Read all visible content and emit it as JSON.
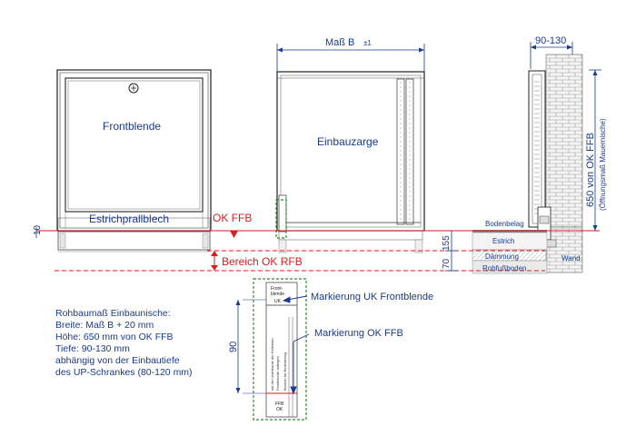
{
  "labels": {
    "frontblende": "Frontblende",
    "einbauzarge": "Einbauzarge",
    "estrichprallblech": "Estrichprallblech",
    "ok_ffb": "OK FFB",
    "bereich_ok_rfb": "Bereich OK RFB",
    "mass_b": "Maß B",
    "mass_b_tol": "±1",
    "depth_dim": "90-130",
    "height_dim": "650 von OK FFB",
    "height_sub": "(Öffnungsmaß Mauernische)",
    "bodenbelag": "Bodenbelag",
    "estrich": "Estrich",
    "daemmung": "Dämmung",
    "rohfussboden": "Rohfußboden",
    "wand": "Wand",
    "dim_10": "10",
    "dim_155": "155",
    "dim_70": "70",
    "dim_90": "90",
    "markierung_uk": "Markierung UK Frontblende",
    "markierung_ok": "Markierung OK FFB",
    "detail_top_l1": "Front-",
    "detail_top_l2": "blende",
    "detail_top_l3": "UK",
    "detail_bot_l1": "FFB",
    "detail_bot_l2": "OK",
    "detail_vert_1": "mit der Unterkante der Kellernim",
    "detail_vert_2": "Frontblende auflegen",
    "detail_vert_3": "Bereich für Bodenbelag"
  },
  "notes": [
    "Rohbaumaß Einbaunische:",
    "Breite: Maß B + 20 mm",
    "Höhe: 650 mm von OK FFB",
    "Tiefe: 90-130 mm",
    "abhängig von der Einbautiefe",
    "des UP-Schrankes (80-120 mm)"
  ],
  "colors": {
    "line": "#1a1a1a",
    "label": "#1a3a8f",
    "red": "#d81e1e",
    "green": "#2e8b2e",
    "dim": "#1a3a8f"
  }
}
